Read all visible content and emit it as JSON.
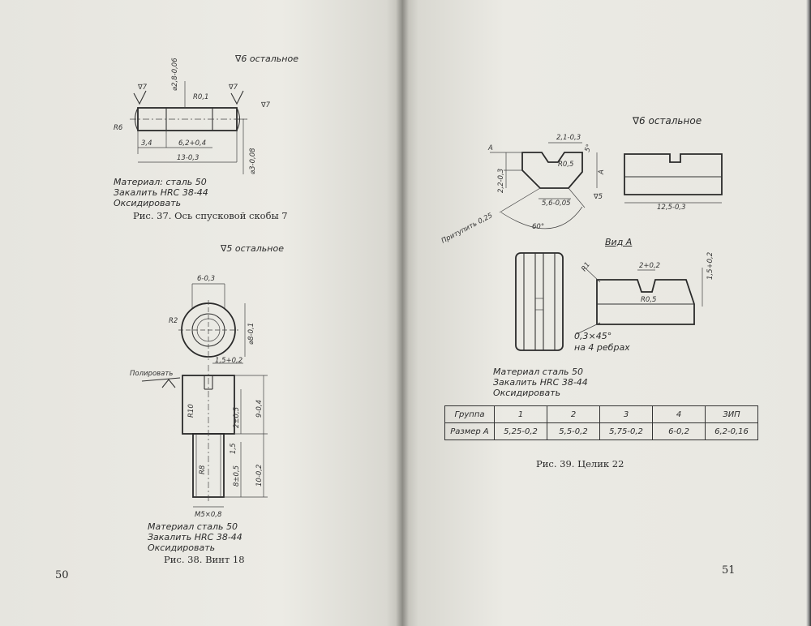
{
  "left_page": {
    "page_number": "50",
    "fig37": {
      "roughness_note": "∇6 остальное",
      "material": "Материал: сталь 50",
      "harden": "Закалить HRC 38-44",
      "oxidize": "Оксидировать",
      "caption": "Рис. 37. Ось спусковой скобы 7",
      "dims": {
        "d1": "⌀2,8-0,06",
        "r1": "R0,1",
        "r6": "R6",
        "l1": "3,4",
        "l2": "6,2+0,4",
        "l3": "13-0,3",
        "d2": "⌀3-0,08",
        "rough1": "∇7",
        "rough2": "∇7",
        "rough3": "∇7"
      }
    },
    "fig38": {
      "roughness_note": "∇5 остальное",
      "material": "Материал сталь 50",
      "harden": "Закалить HRC 38-44",
      "oxidize": "Оксидировать",
      "caption": "Рис. 38. Винт 18",
      "polish": "Полировать",
      "dims": {
        "w": "6-0,3",
        "r2": "R2",
        "d8": "⌀8-0,1",
        "slot": "1,5+0,2",
        "r10": "R10",
        "h1": "2±0,5",
        "h2": "9-0,4",
        "h3": "1,5",
        "r8": "R8",
        "h4": "8±0,5",
        "h5": "10-0,2",
        "thread": "M5×0,8"
      }
    }
  },
  "right_page": {
    "page_number": "51",
    "fig39": {
      "roughness_note": "∇6 остальное",
      "view_label": "Вид А",
      "material": "Материал сталь 50",
      "harden": "Закалить HRC 38-44",
      "oxidize": "Оксидировать",
      "caption": "Рис. 39. Целик 22",
      "blunt": "Притупить 0,25",
      "chamfer": "0,3×45°",
      "ribs": "на 4 ребрах",
      "dims": {
        "a": "A",
        "a2": "A",
        "w1": "2,1-0,3",
        "ang5": "5°",
        "r05": "R0,5",
        "h22": "2,2-0,3",
        "w56": "5,6-0,05",
        "rough5": "∇5",
        "ang60": "60°",
        "w125": "12,5-0,3",
        "r1": "R1",
        "w2": "2+0,2",
        "h15": "1,5+0,2",
        "r05b": "R0,5"
      }
    },
    "table": {
      "headers": [
        "Группа",
        "1",
        "2",
        "3",
        "4",
        "ЗИП"
      ],
      "row_label": "Размер А",
      "values": [
        "5,25-0,2",
        "5,5-0,2",
        "5,75-0,2",
        "6-0,2",
        "6,2-0,16"
      ]
    }
  }
}
